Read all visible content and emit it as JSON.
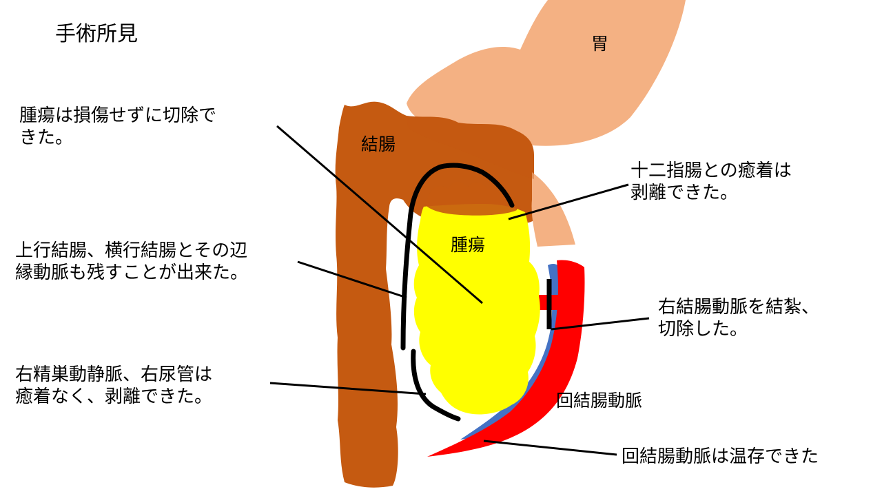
{
  "slide": {
    "title": "手術所見"
  },
  "organs": {
    "stomach": "胃",
    "colon": "結腸",
    "tumor": "腫瘍",
    "ileocolic_artery": "回結腸動脈"
  },
  "annotations": {
    "tumor_resection": {
      "line1": "腫瘍は損傷せずに切除で",
      "line2": "きた。"
    },
    "duodenum_adhesion": {
      "line1": "十二指腸との癒着は",
      "line2": "剥離できた。"
    },
    "marginal_artery": {
      "line1": "上行結腸、横行結腸とその辺",
      "line2": "縁動脈も残すことが出来た。"
    },
    "right_colic_artery": {
      "line1": "右結腸動脈を結紮、",
      "line2": "切除した。"
    },
    "spermatic_ureter": {
      "line1": "右精巣動静脈、右尿管は",
      "line2": "癒着なく、剥離できた。"
    },
    "ileocolic_preserved": "回結腸動脈は温存できた"
  },
  "colors": {
    "stomach": "#F4B183",
    "colon": "#C55A11",
    "tumor": "#FFFF00",
    "artery": "#FF0000",
    "vein": "#4472C4",
    "outline": "#000000"
  }
}
